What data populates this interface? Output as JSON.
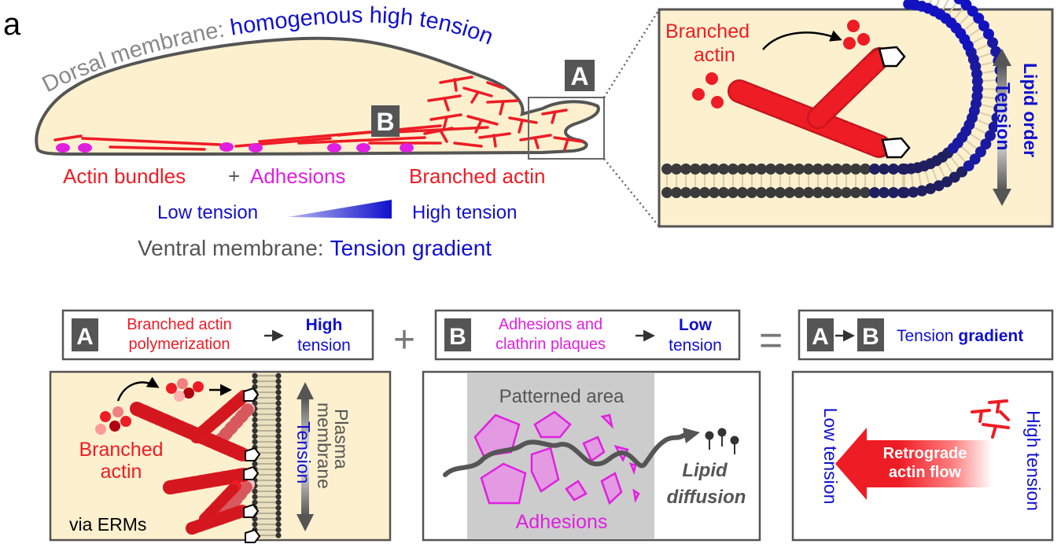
{
  "panel_letter": "a",
  "top": {
    "dorsal_prefix": "Dorsal membrane:",
    "dorsal_highlight": "homogenous high tension",
    "label_A": "A",
    "label_B": "B",
    "actin_bundles": "Actin bundles",
    "plus": "+",
    "adhesions": "Adhesions",
    "branched_actin": "Branched actin",
    "low_tension": "Low tension",
    "high_tension": "High tension",
    "ventral_prefix": "Ventral membrane:",
    "ventral_highlight": "Tension gradient"
  },
  "inset": {
    "branched_actin_l1": "Branched",
    "branched_actin_l2": "actin",
    "lipid_order": "Lipid order",
    "tension": "Tension"
  },
  "boxA": {
    "badge": "A",
    "line1": "Branched actin",
    "line2": "polymerization",
    "result_l1": "High",
    "result_l2": "tension"
  },
  "boxB": {
    "badge": "B",
    "line1": "Adhesions and",
    "line2": "clathrin plaques",
    "result_l1": "Low",
    "result_l2": "tension"
  },
  "plus_sign": "+",
  "equals_sign": "=",
  "boxC": {
    "badge_a": "A",
    "badge_b": "B",
    "text_normal": "Tension",
    "text_bold": "gradient"
  },
  "panelA": {
    "branched_l1": "Branched",
    "branched_l2": "actin",
    "via": "via ERMs",
    "tension": "Tension",
    "plasma_l1": "Plasma",
    "plasma_l2": "membrane"
  },
  "panelB": {
    "patterned": "Patterned area",
    "adhesions": "Adhesions",
    "lipid_l1": "Lipid",
    "lipid_l2": "diffusion"
  },
  "panelC": {
    "low": "Low tension",
    "high": "High tension",
    "retro_l1": "Retrograde",
    "retro_l2": "actin flow"
  },
  "colors": {
    "red": "#ee1c24",
    "magenta": "#e020e0",
    "blue": "#1010cc",
    "gray": "#555555",
    "cream": "#fdf0cf",
    "dark_badge": "#555555"
  }
}
